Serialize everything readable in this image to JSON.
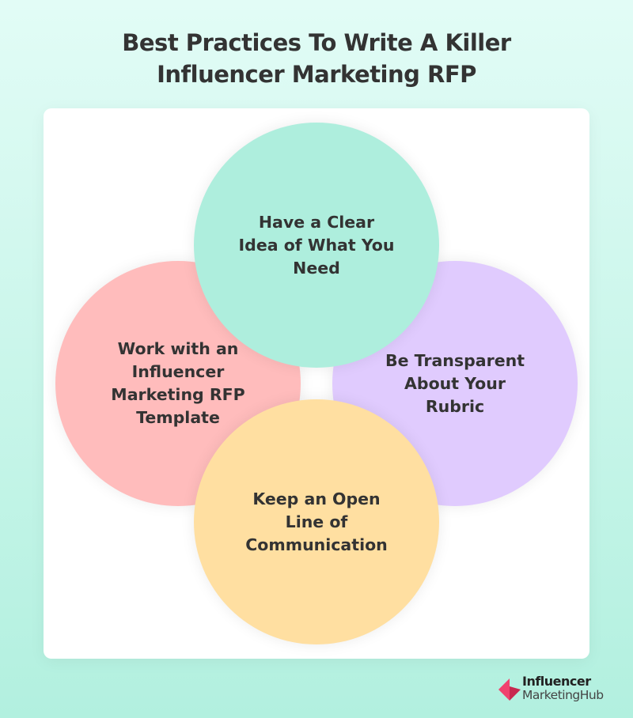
{
  "title_line1": "Best Practices To Write A Killer",
  "title_line2": "Influencer Marketing RFP",
  "circles": [
    {
      "label": "Have a Clear Idea of What You Need",
      "color": "#aeeedd"
    },
    {
      "label": "Work with an Influencer Marketing RFP Template",
      "color": "#ffbcbc"
    },
    {
      "label": "Be Transparent About Your Rubric",
      "color": "#e0cbfe"
    },
    {
      "label": "Keep an Open Line of Communication",
      "color": "#ffdfa1"
    }
  ],
  "logo": {
    "line1": "Influencer",
    "line2": "MarketingHub",
    "color": "#f0426e"
  }
}
